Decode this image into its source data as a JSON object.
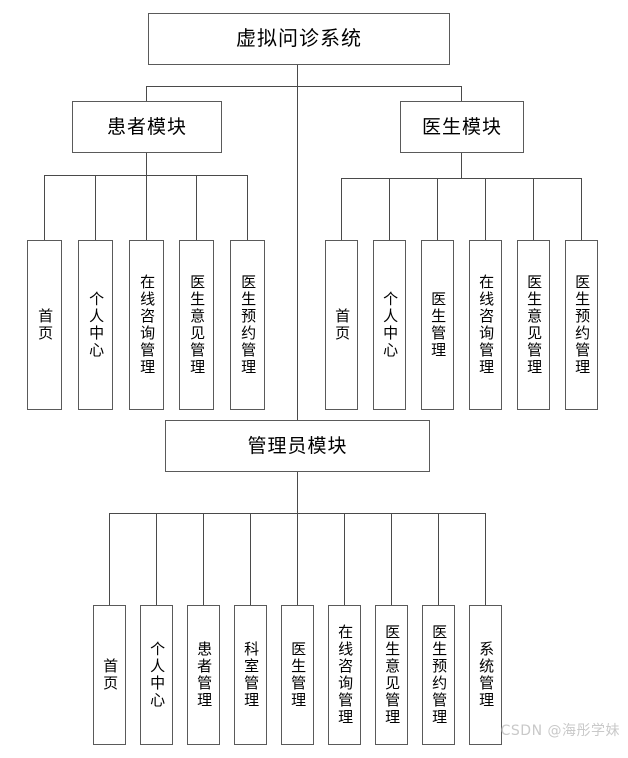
{
  "diagram": {
    "title": "虚拟问诊系统",
    "root": {
      "label": "虚拟问诊系统"
    },
    "modules": [
      {
        "id": "patient",
        "label": "患者模块",
        "leaves": [
          {
            "label": "首页"
          },
          {
            "label": "个人中心"
          },
          {
            "label": "在线咨询管理"
          },
          {
            "label": "医生意见管理"
          },
          {
            "label": "医生预约管理"
          }
        ]
      },
      {
        "id": "doctor",
        "label": "医生模块",
        "leaves": [
          {
            "label": "首页"
          },
          {
            "label": "个人中心"
          },
          {
            "label": "医生管理"
          },
          {
            "label": "在线咨询管理"
          },
          {
            "label": "医生意见管理"
          },
          {
            "label": "医生预约管理"
          }
        ]
      },
      {
        "id": "admin",
        "label": "管理员模块",
        "leaves": [
          {
            "label": "首页"
          },
          {
            "label": "个人中心"
          },
          {
            "label": "患者管理"
          },
          {
            "label": "科室管理"
          },
          {
            "label": "医生管理"
          },
          {
            "label": "在线咨询管理"
          },
          {
            "label": "医生意见管理"
          },
          {
            "label": "医生预约管理"
          },
          {
            "label": "系统管理"
          }
        ]
      }
    ]
  },
  "watermark": {
    "text": "CSDN @海彤学妹"
  },
  "colors": {
    "box_border": "#5a5a5a",
    "line": "#4a4a4a",
    "background": "#ffffff",
    "text": "#000000",
    "watermark": "#c9c9c9"
  }
}
